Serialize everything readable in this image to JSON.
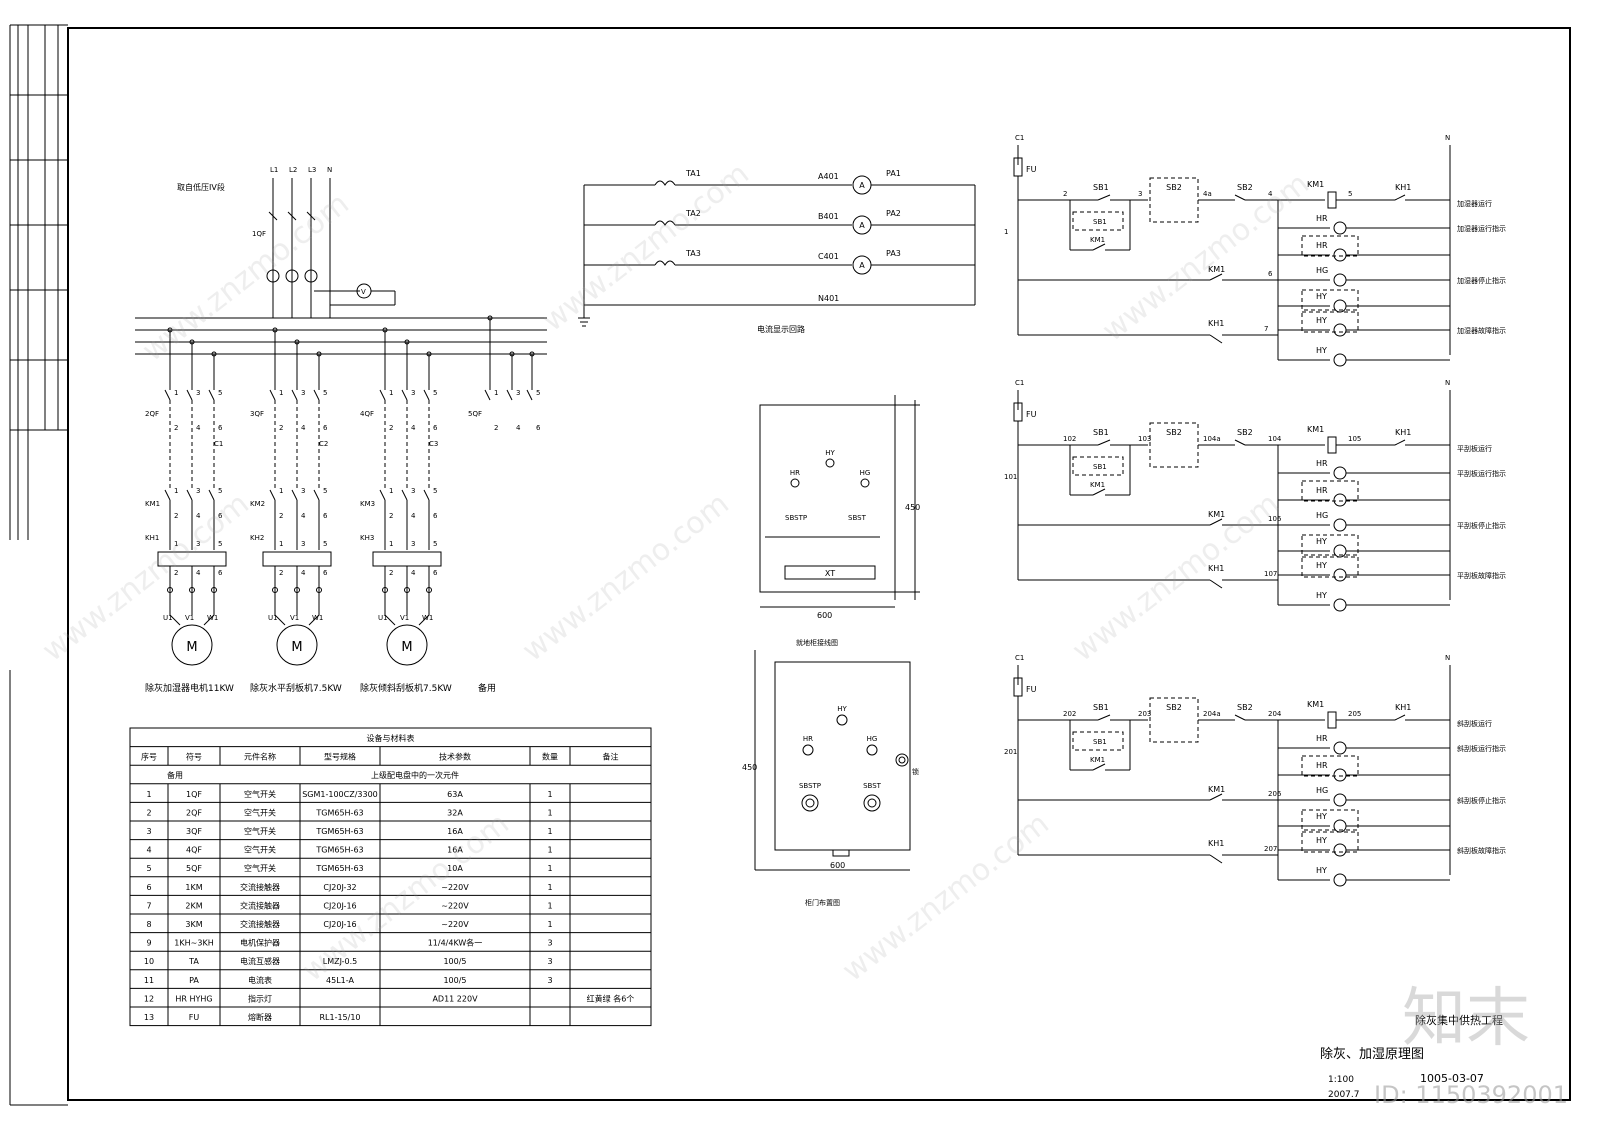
{
  "watermark": {
    "site": "www.znzmo.com",
    "logo": "知末",
    "id": "ID: 1150392001"
  },
  "power": {
    "source_label": "取自低压IV段",
    "lines": [
      "L1",
      "L2",
      "L3",
      "N"
    ],
    "main_breaker": "1QF",
    "meter": "V",
    "branches": [
      {
        "qf": "2QF",
        "km": "KM1",
        "kh": "KH1",
        "c": "C1",
        "name": "除灰加湿器电机11KW"
      },
      {
        "qf": "3QF",
        "km": "KM2",
        "kh": "KH2",
        "c": "C2",
        "name": "除灰水平刮板机7.5KW"
      },
      {
        "qf": "4QF",
        "km": "KM3",
        "kh": "KH3",
        "c": "C3",
        "name": "除灰倾斜刮板机7.5KW"
      }
    ],
    "spare": {
      "qf": "5QF",
      "name": "备用"
    },
    "motor_symbol": "M",
    "terminals_top": [
      "1",
      "3",
      "5"
    ],
    "terminals_bot": [
      "2",
      "4",
      "6"
    ],
    "uvw": [
      "U1",
      "V1",
      "W1"
    ]
  },
  "current": {
    "title": "电流显示回路",
    "rows": [
      {
        "ta": "TA1",
        "wire": "A401",
        "pa": "PA1"
      },
      {
        "ta": "TA2",
        "wire": "B401",
        "pa": "PA2"
      },
      {
        "ta": "TA3",
        "wire": "C401",
        "pa": "PA3"
      }
    ],
    "neutral": "N401",
    "meter": "A"
  },
  "panel1": {
    "title": "就地柜接线图",
    "lamps": [
      "HY",
      "HR",
      "HG"
    ],
    "buttons": [
      "SBSTP",
      "SBST"
    ],
    "strip": "XT",
    "width": "600",
    "height": "450"
  },
  "panel2": {
    "title": "柜门布置图",
    "lamps": [
      "HY",
      "HR",
      "HG"
    ],
    "buttons": [
      "SBSTP",
      "SBST"
    ],
    "lock": "锁",
    "width": "600",
    "height": "450"
  },
  "control": [
    {
      "c1": "C1",
      "n": "N",
      "fu": "FU",
      "line": "1",
      "n2": "2",
      "n3": "3",
      "n4a": "4a",
      "n4": "4",
      "n5": "5",
      "n6": "6",
      "n7": "7",
      "labels": [
        "加湿器运行",
        "加湿器运行指示",
        "加湿器停止指示",
        "加湿器故障指示"
      ]
    },
    {
      "c1": "C1",
      "n": "N",
      "fu": "FU",
      "line": "101",
      "n2": "102",
      "n3": "103",
      "n4a": "104a",
      "n4": "104",
      "n5": "105",
      "n6": "106",
      "n7": "107",
      "labels": [
        "平刮板运行",
        "平刮板运行指示",
        "平刮板停止指示",
        "平刮板故障指示"
      ]
    },
    {
      "c1": "C1",
      "n": "N",
      "fu": "FU",
      "line": "201",
      "n2": "202",
      "n3": "203",
      "n4a": "204a",
      "n4": "204",
      "n5": "205",
      "n6": "206",
      "n7": "207",
      "labels": [
        "斜刮板运行",
        "斜刮板运行指示",
        "斜刮板停止指示",
        "斜刮板故障指示"
      ]
    }
  ],
  "control_tags": {
    "sb1": "SB1",
    "sb2": "SB2",
    "km1": "KM1",
    "kh1": "KH1",
    "hr": "HR",
    "hg": "HG",
    "hy": "HY"
  },
  "table": {
    "title": "设备与材料表",
    "headers": [
      "序号",
      "符号",
      "元件名称",
      "型号规格",
      "技术参数",
      "数量",
      "备注"
    ],
    "section": [
      "备用",
      "上级配电盘中的一次元件"
    ],
    "rows": [
      [
        "1",
        "1QF",
        "空气开关",
        "SGM1-100CZ/3300",
        "63A",
        "1",
        ""
      ],
      [
        "2",
        "2QF",
        "空气开关",
        "TGM65H-63",
        "32A",
        "1",
        ""
      ],
      [
        "3",
        "3QF",
        "空气开关",
        "TGM65H-63",
        "16A",
        "1",
        ""
      ],
      [
        "4",
        "4QF",
        "空气开关",
        "TGM65H-63",
        "16A",
        "1",
        ""
      ],
      [
        "5",
        "5QF",
        "空气开关",
        "TGM65H-63",
        "10A",
        "1",
        ""
      ],
      [
        "6",
        "1KM",
        "交流接触器",
        "CJ20J-32",
        "~220V",
        "1",
        ""
      ],
      [
        "7",
        "2KM",
        "交流接触器",
        "CJ20J-16",
        "~220V",
        "1",
        ""
      ],
      [
        "8",
        "3KM",
        "交流接触器",
        "CJ20J-16",
        "~220V",
        "1",
        ""
      ],
      [
        "9",
        "1KH~3KH",
        "电机保护器",
        "",
        "11/4/4KW各一",
        "3",
        ""
      ],
      [
        "10",
        "TA",
        "电流互感器",
        "LMZJ-0.5",
        "100/5",
        "3",
        ""
      ],
      [
        "11",
        "PA",
        "电流表",
        "45L1-A",
        "100/5",
        "3",
        ""
      ],
      [
        "12",
        "HR HYHG",
        "指示灯",
        "",
        "AD11 220V",
        "",
        "红黄绿 各6个"
      ],
      [
        "13",
        "FU",
        "熔断器",
        "RL1-15/10",
        "",
        "",
        ""
      ]
    ]
  },
  "titleblock": {
    "project": "除灰集中供热工程",
    "name": "除灰、加湿原理图",
    "scale": "1:100",
    "date": "2007.7",
    "dwg": "1005-03-07"
  }
}
